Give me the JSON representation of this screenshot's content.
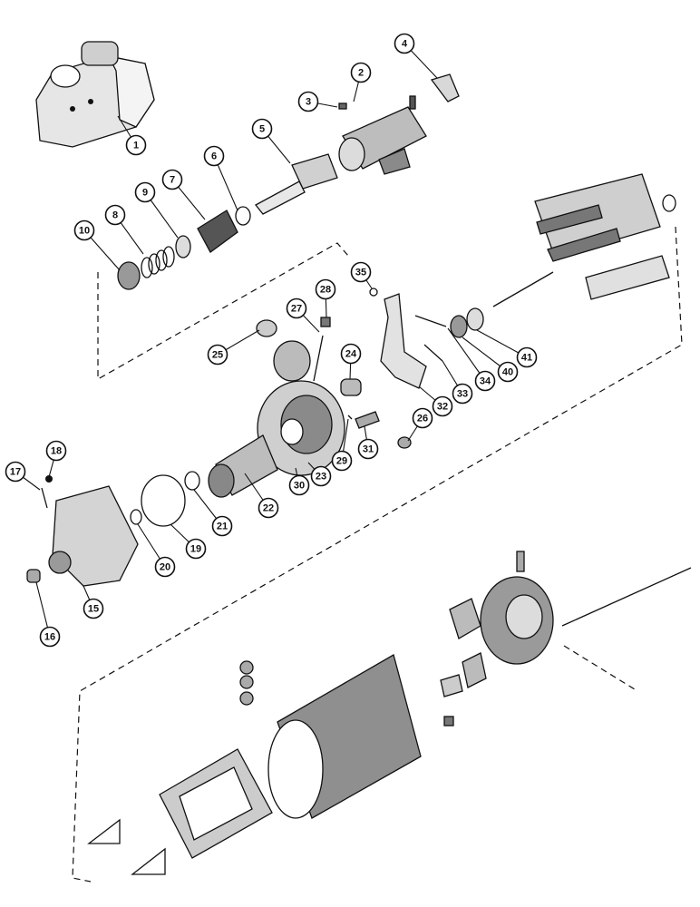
{
  "diagram": {
    "type": "exploded-parts-diagram",
    "ink_color": "#111111",
    "background": "#ffffff",
    "callouts": [
      {
        "id": "c1",
        "label": "1"
      },
      {
        "id": "c2",
        "label": "2"
      },
      {
        "id": "c3",
        "label": "3"
      },
      {
        "id": "c4",
        "label": "4"
      },
      {
        "id": "c5",
        "label": "5"
      },
      {
        "id": "c6",
        "label": "6"
      },
      {
        "id": "c7",
        "label": "7"
      },
      {
        "id": "c8",
        "label": "8"
      },
      {
        "id": "c9",
        "label": "9"
      },
      {
        "id": "c10",
        "label": "10"
      },
      {
        "id": "c15",
        "label": "15"
      },
      {
        "id": "c16",
        "label": "16"
      },
      {
        "id": "c17",
        "label": "17"
      },
      {
        "id": "c18",
        "label": "18"
      },
      {
        "id": "c19",
        "label": "19"
      },
      {
        "id": "c20",
        "label": "20"
      },
      {
        "id": "c21",
        "label": "21"
      },
      {
        "id": "c22",
        "label": "22"
      },
      {
        "id": "c23",
        "label": "23"
      },
      {
        "id": "c24",
        "label": "24"
      },
      {
        "id": "c25",
        "label": "25"
      },
      {
        "id": "c26",
        "label": "26"
      },
      {
        "id": "c27",
        "label": "27"
      },
      {
        "id": "c28",
        "label": "28"
      },
      {
        "id": "c29",
        "label": "29"
      },
      {
        "id": "c30",
        "label": "30"
      },
      {
        "id": "c31",
        "label": "31"
      },
      {
        "id": "c32",
        "label": "32"
      },
      {
        "id": "c33",
        "label": "33"
      },
      {
        "id": "c34",
        "label": "34"
      },
      {
        "id": "c35",
        "label": "35"
      },
      {
        "id": "c40",
        "label": "40"
      },
      {
        "id": "c41",
        "label": "41"
      }
    ]
  }
}
